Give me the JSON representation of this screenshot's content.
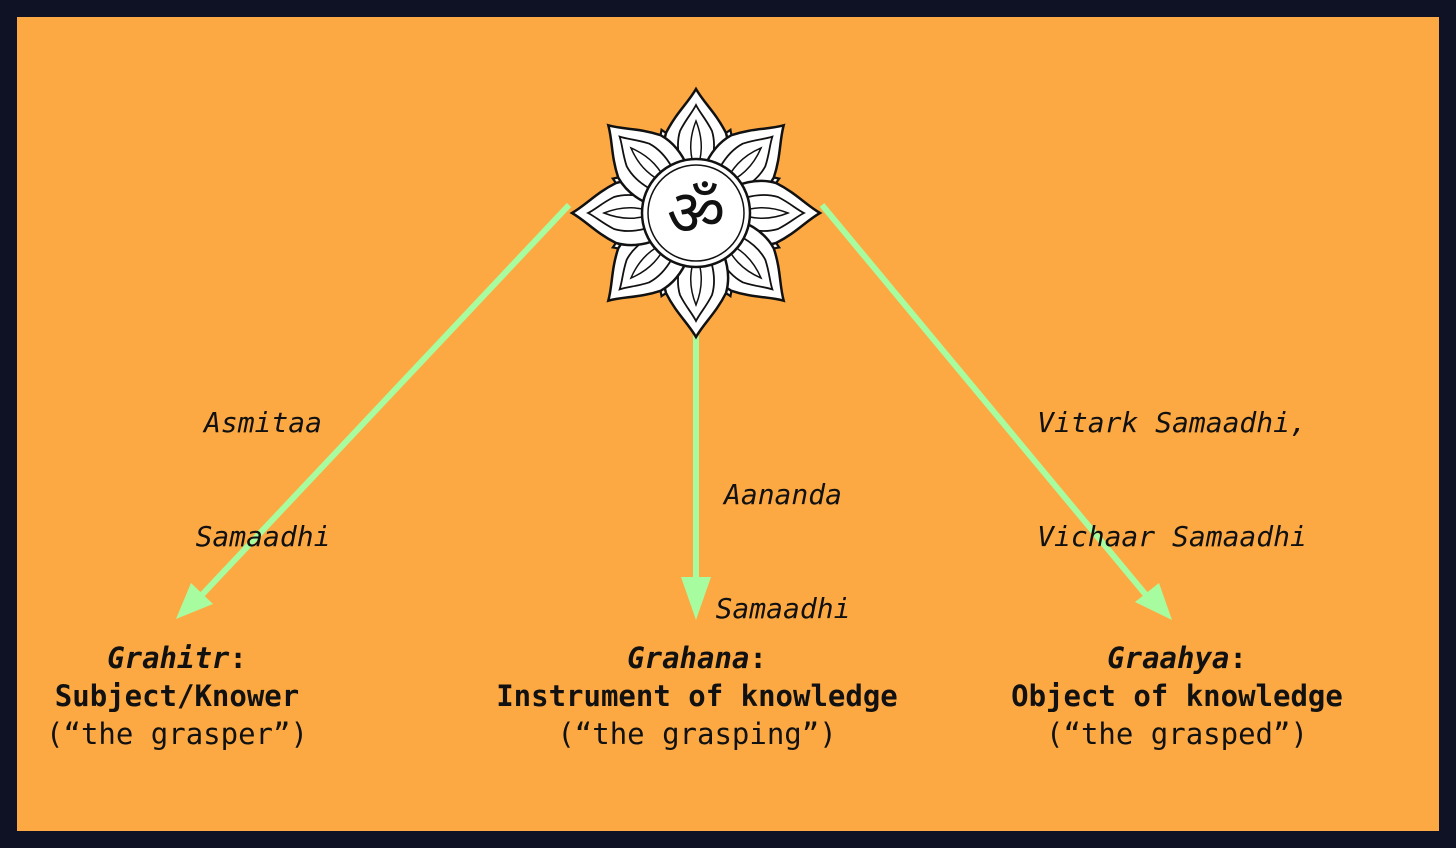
{
  "symbol": {
    "name": "om-lotus-icon",
    "glyph": "ॐ"
  },
  "colors": {
    "background": "#fda943",
    "border": "#0f1224",
    "arrow": "#a8fca0",
    "text": "#111111"
  },
  "edges": {
    "left": {
      "line1": "Asmitaa",
      "line2": "Samaadhi"
    },
    "center": {
      "line1": "Aananda",
      "line2": "Samaadhi"
    },
    "right": {
      "line1": "Vitark Samaadhi,",
      "line2": "Vichaar Samaadhi"
    }
  },
  "nodes": {
    "grasper": {
      "term": "Grahitr",
      "colon": ":",
      "description": "Subject/Knower",
      "gloss": "(“the grasper”)"
    },
    "grasping": {
      "term": "Grahana",
      "colon": ":",
      "description": "Instrument of knowledge",
      "gloss": "(“the grasping”)"
    },
    "grasped": {
      "term": "Graahya",
      "colon": ":",
      "description": "Object of knowledge",
      "gloss": "(“the grasped”)"
    }
  }
}
